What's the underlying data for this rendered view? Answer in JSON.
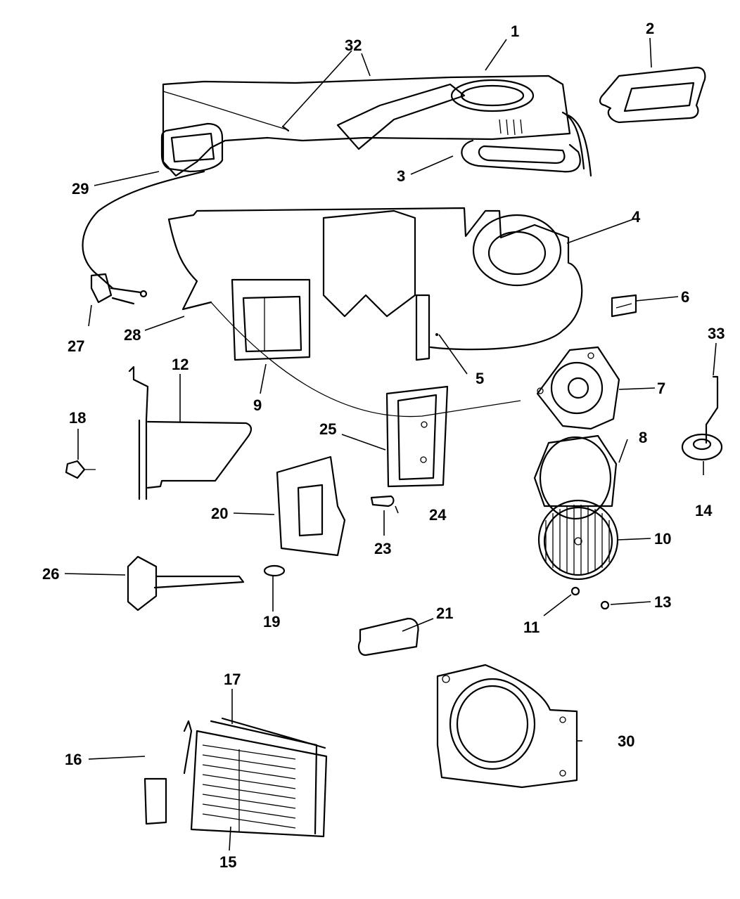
{
  "diagram": {
    "title": "Heater / A/C housing exploded parts view",
    "callouts": [
      {
        "id": "c1",
        "label": "1"
      },
      {
        "id": "c2",
        "label": "2"
      },
      {
        "id": "c3",
        "label": "3"
      },
      {
        "id": "c4",
        "label": "4"
      },
      {
        "id": "c5",
        "label": "5"
      },
      {
        "id": "c6",
        "label": "6"
      },
      {
        "id": "c7",
        "label": "7"
      },
      {
        "id": "c8",
        "label": "8"
      },
      {
        "id": "c9",
        "label": "9"
      },
      {
        "id": "c10",
        "label": "10"
      },
      {
        "id": "c11",
        "label": "11"
      },
      {
        "id": "c12",
        "label": "12"
      },
      {
        "id": "c13",
        "label": "13"
      },
      {
        "id": "c14",
        "label": "14"
      },
      {
        "id": "c15",
        "label": "15"
      },
      {
        "id": "c16",
        "label": "16"
      },
      {
        "id": "c17",
        "label": "17"
      },
      {
        "id": "c18",
        "label": "18"
      },
      {
        "id": "c19",
        "label": "19"
      },
      {
        "id": "c20",
        "label": "20"
      },
      {
        "id": "c21",
        "label": "21"
      },
      {
        "id": "c23",
        "label": "23"
      },
      {
        "id": "c24",
        "label": "24"
      },
      {
        "id": "c25",
        "label": "25"
      },
      {
        "id": "c26",
        "label": "26"
      },
      {
        "id": "c27",
        "label": "27"
      },
      {
        "id": "c28",
        "label": "28"
      },
      {
        "id": "c29",
        "label": "29"
      },
      {
        "id": "c30",
        "label": "30"
      },
      {
        "id": "c32",
        "label": "32"
      },
      {
        "id": "c33",
        "label": "33"
      }
    ]
  }
}
